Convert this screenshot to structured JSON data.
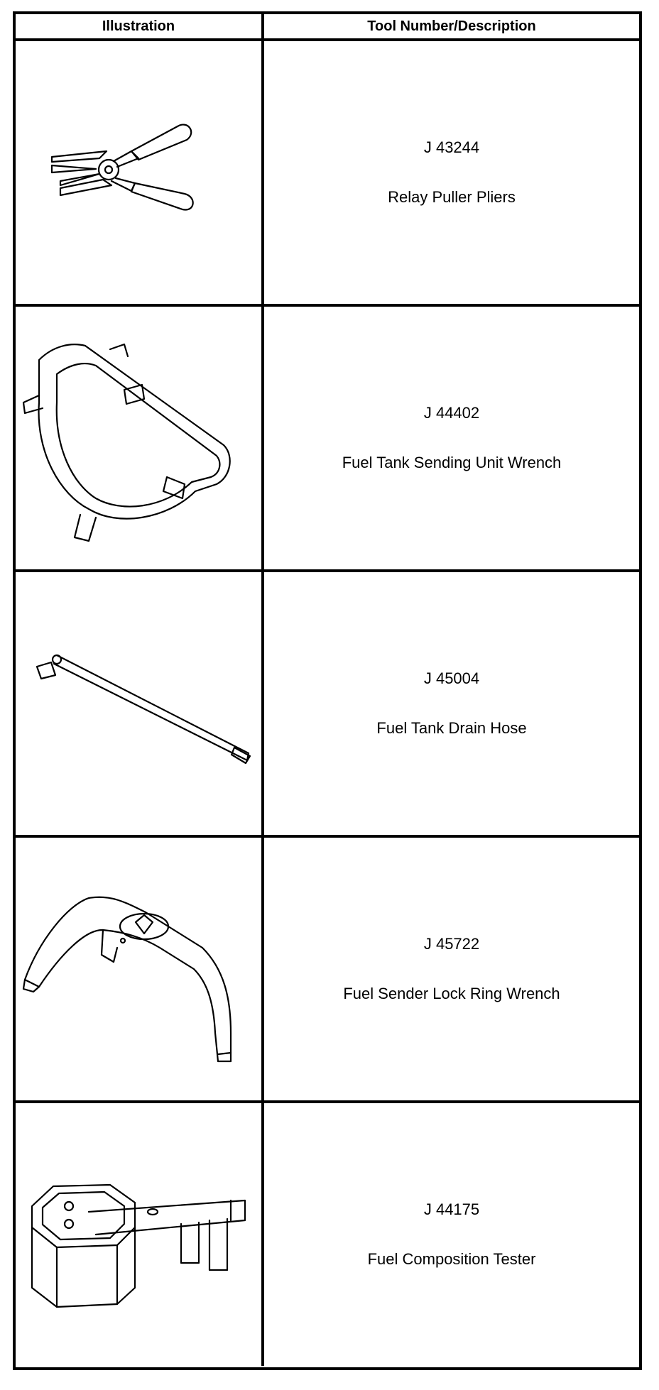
{
  "table": {
    "headers": {
      "illustration": "Illustration",
      "tool": "Tool Number/Description"
    },
    "rows": [
      {
        "number": "J 43244",
        "description": "Relay Puller Pliers",
        "icon": "relay-puller-pliers-icon"
      },
      {
        "number": "J 44402",
        "description": "Fuel Tank Sending Unit Wrench",
        "icon": "sending-unit-wrench-icon"
      },
      {
        "number": "J 45004",
        "description": "Fuel Tank Drain Hose",
        "icon": "drain-hose-icon"
      },
      {
        "number": "J 45722",
        "description": "Fuel Sender Lock Ring Wrench",
        "icon": "lock-ring-wrench-icon"
      },
      {
        "number": "J 44175",
        "description": "Fuel Composition Tester",
        "icon": "composition-tester-icon"
      }
    ]
  }
}
